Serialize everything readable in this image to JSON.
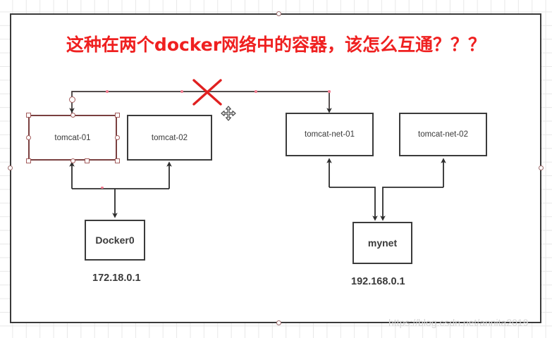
{
  "title": "这种在两个docker网络中的容器，该怎么互通？？？",
  "title_color": "#ef2020",
  "watermark": "https://blog.csdn.net/annita2019",
  "nodes": [
    {
      "id": "tomcat-01",
      "label": "tomcat-01",
      "selected": true
    },
    {
      "id": "tomcat-02",
      "label": "tomcat-02",
      "selected": false
    },
    {
      "id": "tomcat-net-01",
      "label": "tomcat-net-01",
      "selected": false
    },
    {
      "id": "tomcat-net-02",
      "label": "tomcat-net-02",
      "selected": false
    },
    {
      "id": "docker0",
      "label": "Docker0",
      "selected": false
    },
    {
      "id": "mynet",
      "label": "mynet",
      "selected": false
    }
  ],
  "captions": {
    "docker0_ip": "172.18.0.1",
    "mynet_ip": "192.168.0.1"
  },
  "annotations": {
    "blocked_marker": "red-x-cross",
    "cursor": "move-cursor"
  },
  "colors": {
    "node_border": "#3b3b3b",
    "selection": "#a35c5c",
    "connector_highlight": "#ef7a8e",
    "blocked": "#e02020",
    "page_border": "#3a3a3a"
  }
}
